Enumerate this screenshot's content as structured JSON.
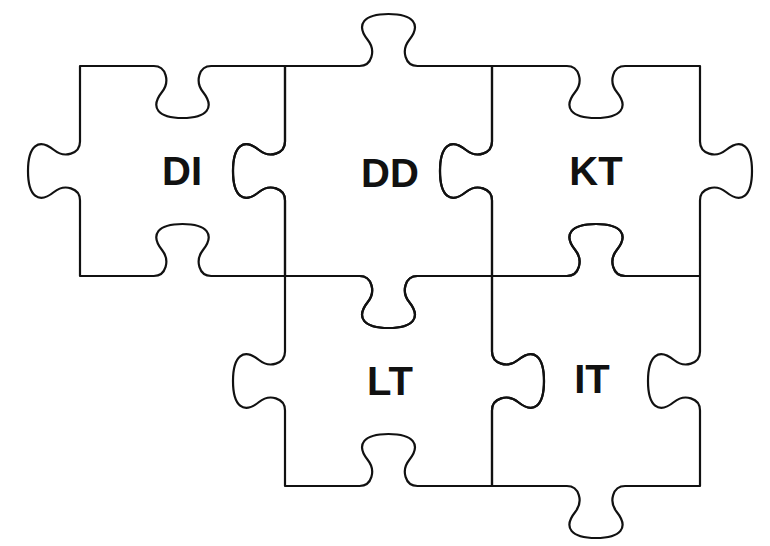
{
  "diagram": {
    "nodes": [
      {
        "text": [
          "DI"
        ]
      },
      {
        "text": [
          "DD"
        ]
      },
      {
        "text": [
          "KT"
        ]
      },
      {
        "text": [
          "LT"
        ]
      },
      {
        "text": [
          "IT"
        ]
      }
    ]
  }
}
